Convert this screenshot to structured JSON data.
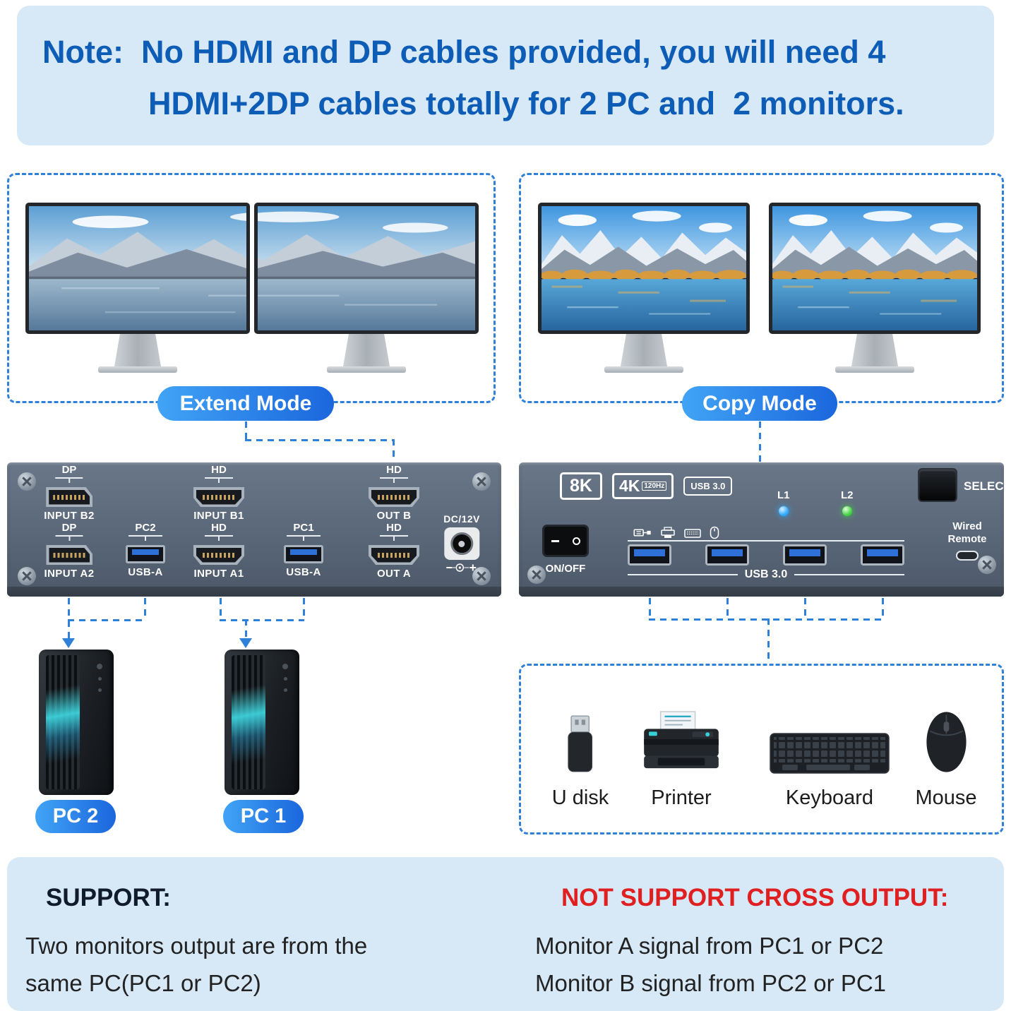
{
  "note": {
    "line1": "Note:  No HDMI and DP cables provided, you will need 4",
    "line2": "HDMI+2DP cables totally for 2 PC and  2 monitors."
  },
  "modes": {
    "extend": "Extend Mode",
    "copy": "Copy Mode"
  },
  "rear_panel": {
    "dp_b2_top": "DP",
    "dp_b2_bottom": "INPUT B2",
    "hdmi_b1_top": "HD",
    "hdmi_b1_bottom": "INPUT B1",
    "hdmi_out_b_top": "HD",
    "hdmi_out_b_bottom": "OUT B",
    "dp_a2_top": "DP",
    "dp_a2_bottom": "INPUT A2",
    "usb_pc2_top": "PC2",
    "usb_pc2_bottom": "USB-A",
    "hdmi_a1_top": "HD",
    "hdmi_a1_bottom": "INPUT A1",
    "usb_pc1_top": "PC1",
    "usb_pc1_bottom": "USB-A",
    "hdmi_out_a_top": "HD",
    "hdmi_out_a_bottom": "OUT A",
    "dc_label": "DC/12V"
  },
  "front_panel": {
    "badge_8k": "8K",
    "badge_4k": "4K",
    "badge_4k_sub": "120Hz",
    "badge_usb": "USB 3.0",
    "led1": "L1",
    "led2": "L2",
    "select_label": "SELECT",
    "power_label": "ON/OFF",
    "usb_group_label": "USB 3.0",
    "remote_label_1": "Wired",
    "remote_label_2": "Remote"
  },
  "pcs": {
    "pc2": "PC 2",
    "pc1": "PC 1"
  },
  "peripherals": {
    "u_disk": "U disk",
    "printer": "Printer",
    "keyboard": "Keyboard",
    "mouse": "Mouse"
  },
  "footer": {
    "support_title": "SUPPORT:",
    "support_line1": "Two monitors output are from the",
    "support_line2": "same PC(PC1 or PC2)",
    "not_title": "NOT SUPPORT CROSS OUTPUT:",
    "not_line1": "Monitor A signal from PC1 or PC2",
    "not_line2": "Monitor B signal from PC2 or PC1"
  },
  "colors": {
    "accent_blue": "#2f80d9",
    "note_text": "#0d5cb6",
    "led_blue": "#29a8ff",
    "led_green": "#3ed13e",
    "warning_red": "#e02020"
  }
}
